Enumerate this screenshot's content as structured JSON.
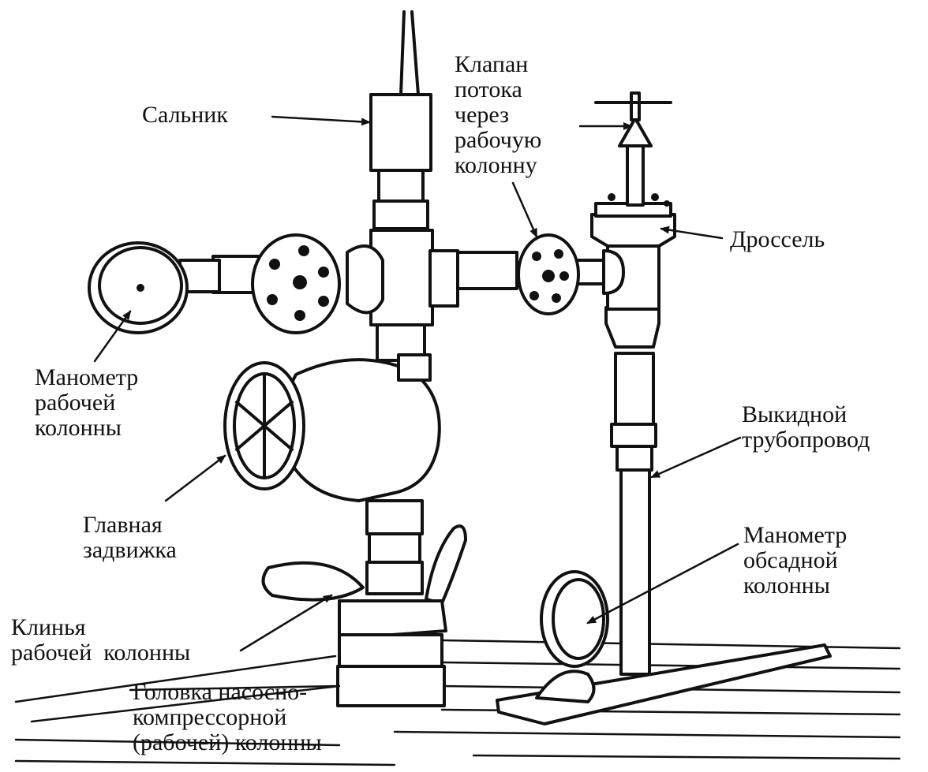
{
  "labels": {
    "salnik": "Сальник",
    "valve": [
      "Клапан",
      "потока",
      "через",
      "рабочую",
      "колонну"
    ],
    "choke": "Дроссель",
    "tubing_gauge": [
      "Манометр",
      "рабочей",
      "колонны"
    ],
    "main_valve": [
      "Главная",
      "задвижка"
    ],
    "flowline": [
      "Выкидной",
      "трубопровод"
    ],
    "casing_gauge": [
      "Манометр",
      "обсадной",
      "колонны"
    ],
    "slips": [
      "Клинья",
      "рабочей  колонны"
    ],
    "tubing_head": [
      "Головка насосно-",
      "компрессорной",
      "(рабочей) колонны"
    ]
  }
}
